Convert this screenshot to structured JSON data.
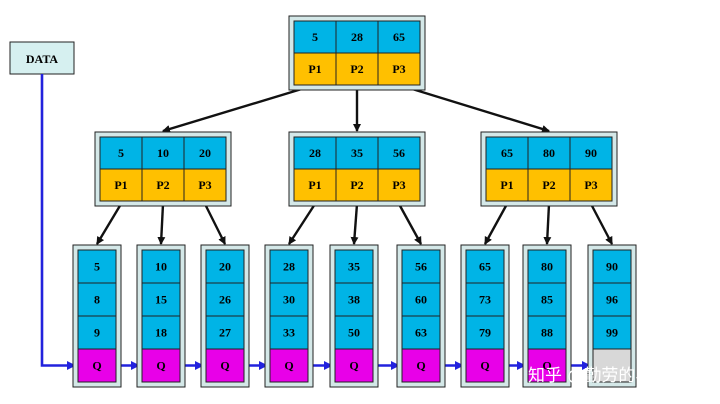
{
  "data_label": "DATA",
  "colors": {
    "key_cell": "#00b4e6",
    "pointer_cell": "#ffc000",
    "q_cell": "#e800e8",
    "frame": "#d4e8e8",
    "arrow": "#111111",
    "data_arrow": "#2222dd"
  },
  "root": {
    "keys": [
      "5",
      "28",
      "65"
    ],
    "pointers": [
      "P1",
      "P2",
      "P3"
    ]
  },
  "internal": [
    {
      "keys": [
        "5",
        "10",
        "20"
      ],
      "pointers": [
        "P1",
        "P2",
        "P3"
      ]
    },
    {
      "keys": [
        "28",
        "35",
        "56"
      ],
      "pointers": [
        "P1",
        "P2",
        "P3"
      ]
    },
    {
      "keys": [
        "65",
        "80",
        "90"
      ],
      "pointers": [
        "P1",
        "P2",
        "P3"
      ]
    }
  ],
  "leaves": [
    {
      "keys": [
        "5",
        "8",
        "9"
      ],
      "q": "Q"
    },
    {
      "keys": [
        "10",
        "15",
        "18"
      ],
      "q": "Q"
    },
    {
      "keys": [
        "20",
        "26",
        "27"
      ],
      "q": "Q"
    },
    {
      "keys": [
        "28",
        "30",
        "33"
      ],
      "q": "Q"
    },
    {
      "keys": [
        "35",
        "38",
        "50"
      ],
      "q": "Q"
    },
    {
      "keys": [
        "56",
        "60",
        "63"
      ],
      "q": "Q"
    },
    {
      "keys": [
        "65",
        "73",
        "79"
      ],
      "q": "Q"
    },
    {
      "keys": [
        "80",
        "85",
        "88"
      ],
      "q": "Q"
    },
    {
      "keys": [
        "90",
        "96",
        "99"
      ],
      "q": ""
    }
  ],
  "watermark": "知乎 @勤劳的小手"
}
